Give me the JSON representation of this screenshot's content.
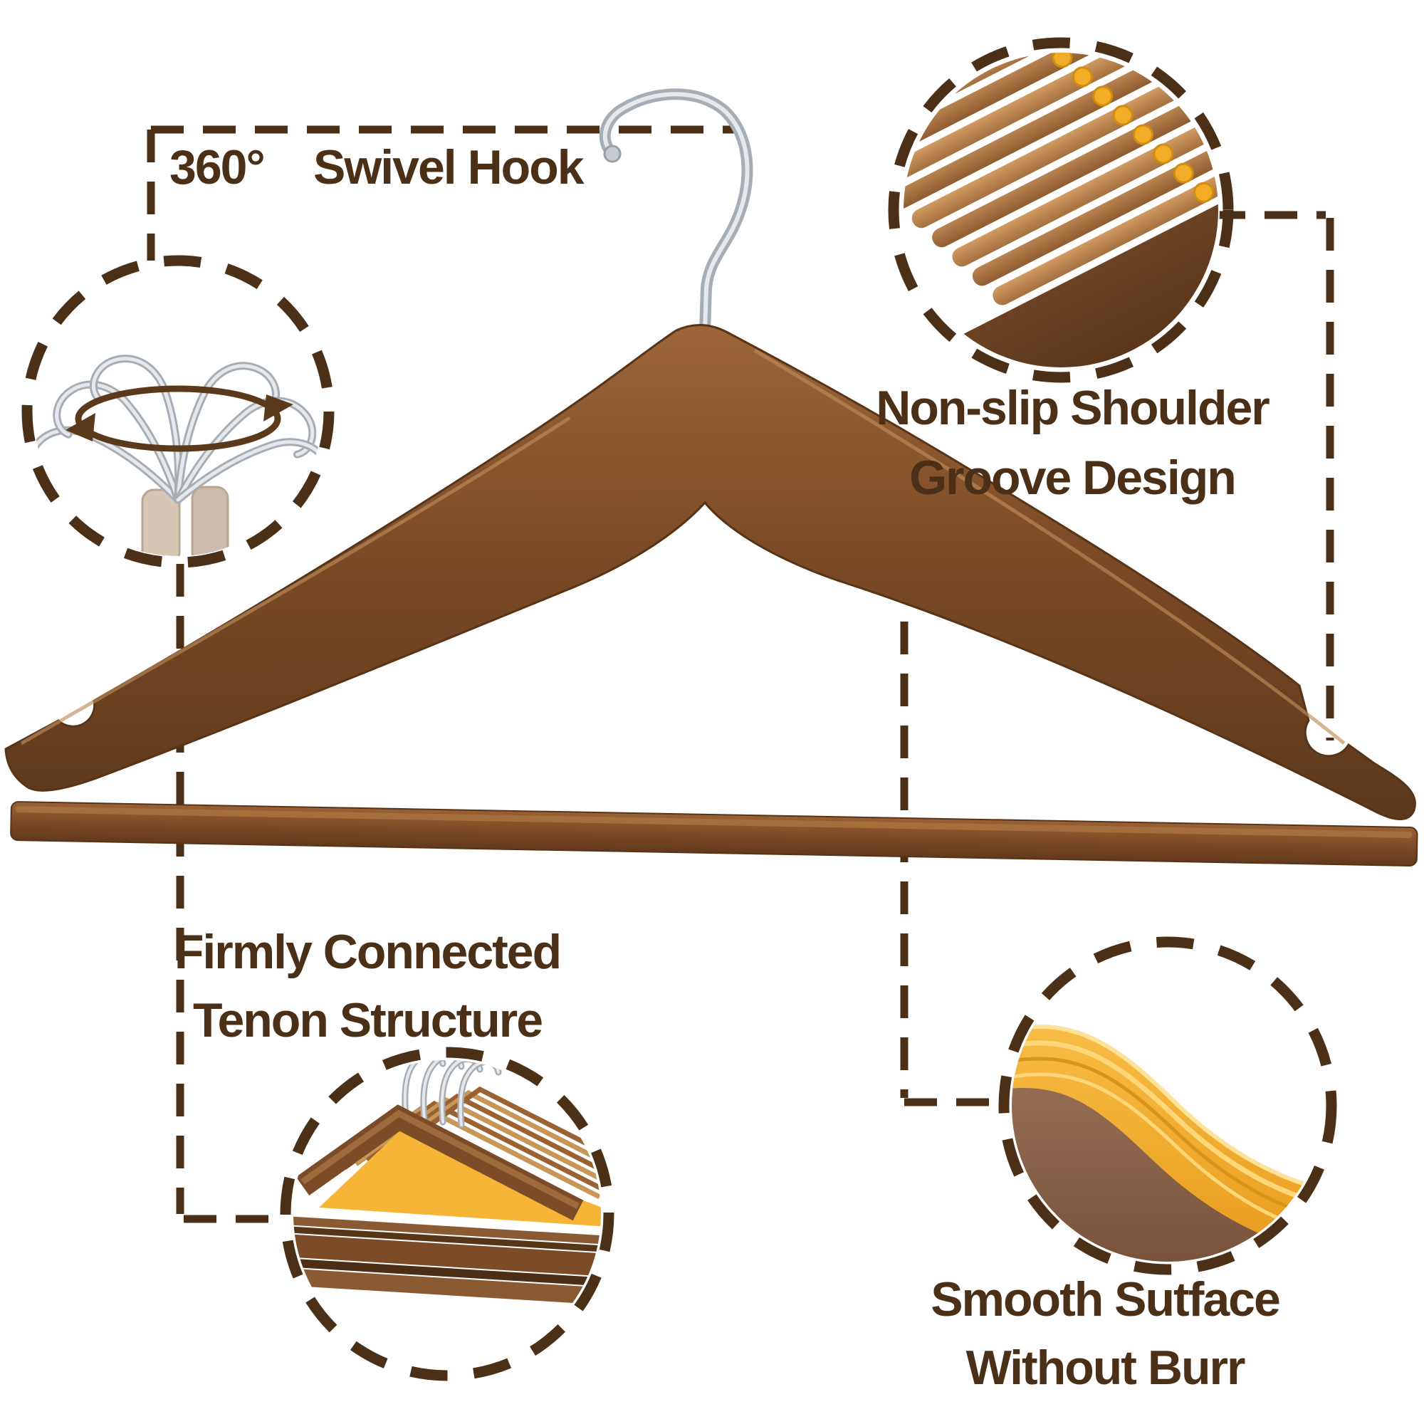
{
  "image": {
    "title": "Wooden suit hanger feature infographic",
    "background": "#ffffff"
  },
  "colors": {
    "accent": "#4b3017",
    "rotation_arrow": "#5b3a1c",
    "wood_light": "#c08952",
    "wood_medium": "#7c4b27",
    "wood_dark": "#5f3a1d",
    "chrome": "#a7adb4",
    "highlight_yellow": "#f5ae2e"
  },
  "callouts": {
    "swivel_hook": {
      "degree": "360°",
      "label": "Swivel Hook"
    },
    "shoulder_groove": {
      "line1": "Non-slip Shoulder",
      "line2": "Groove Design"
    },
    "tenon": {
      "line1": "Firmly Connected",
      "line2": "Tenon Structure"
    },
    "smooth_surface": {
      "line1": "Smooth Sutface",
      "line2": "Without Burr"
    }
  },
  "illustrations": {
    "swivel_hook_detail": "rotating-swivel-hooks-icon",
    "shoulder_groove_detail": "stacked-shoulders-groove-icon",
    "tenon_detail": "stacked-hangers-tenon-icon",
    "smooth_surface_detail": "smooth-shoulder-curve-icon"
  }
}
